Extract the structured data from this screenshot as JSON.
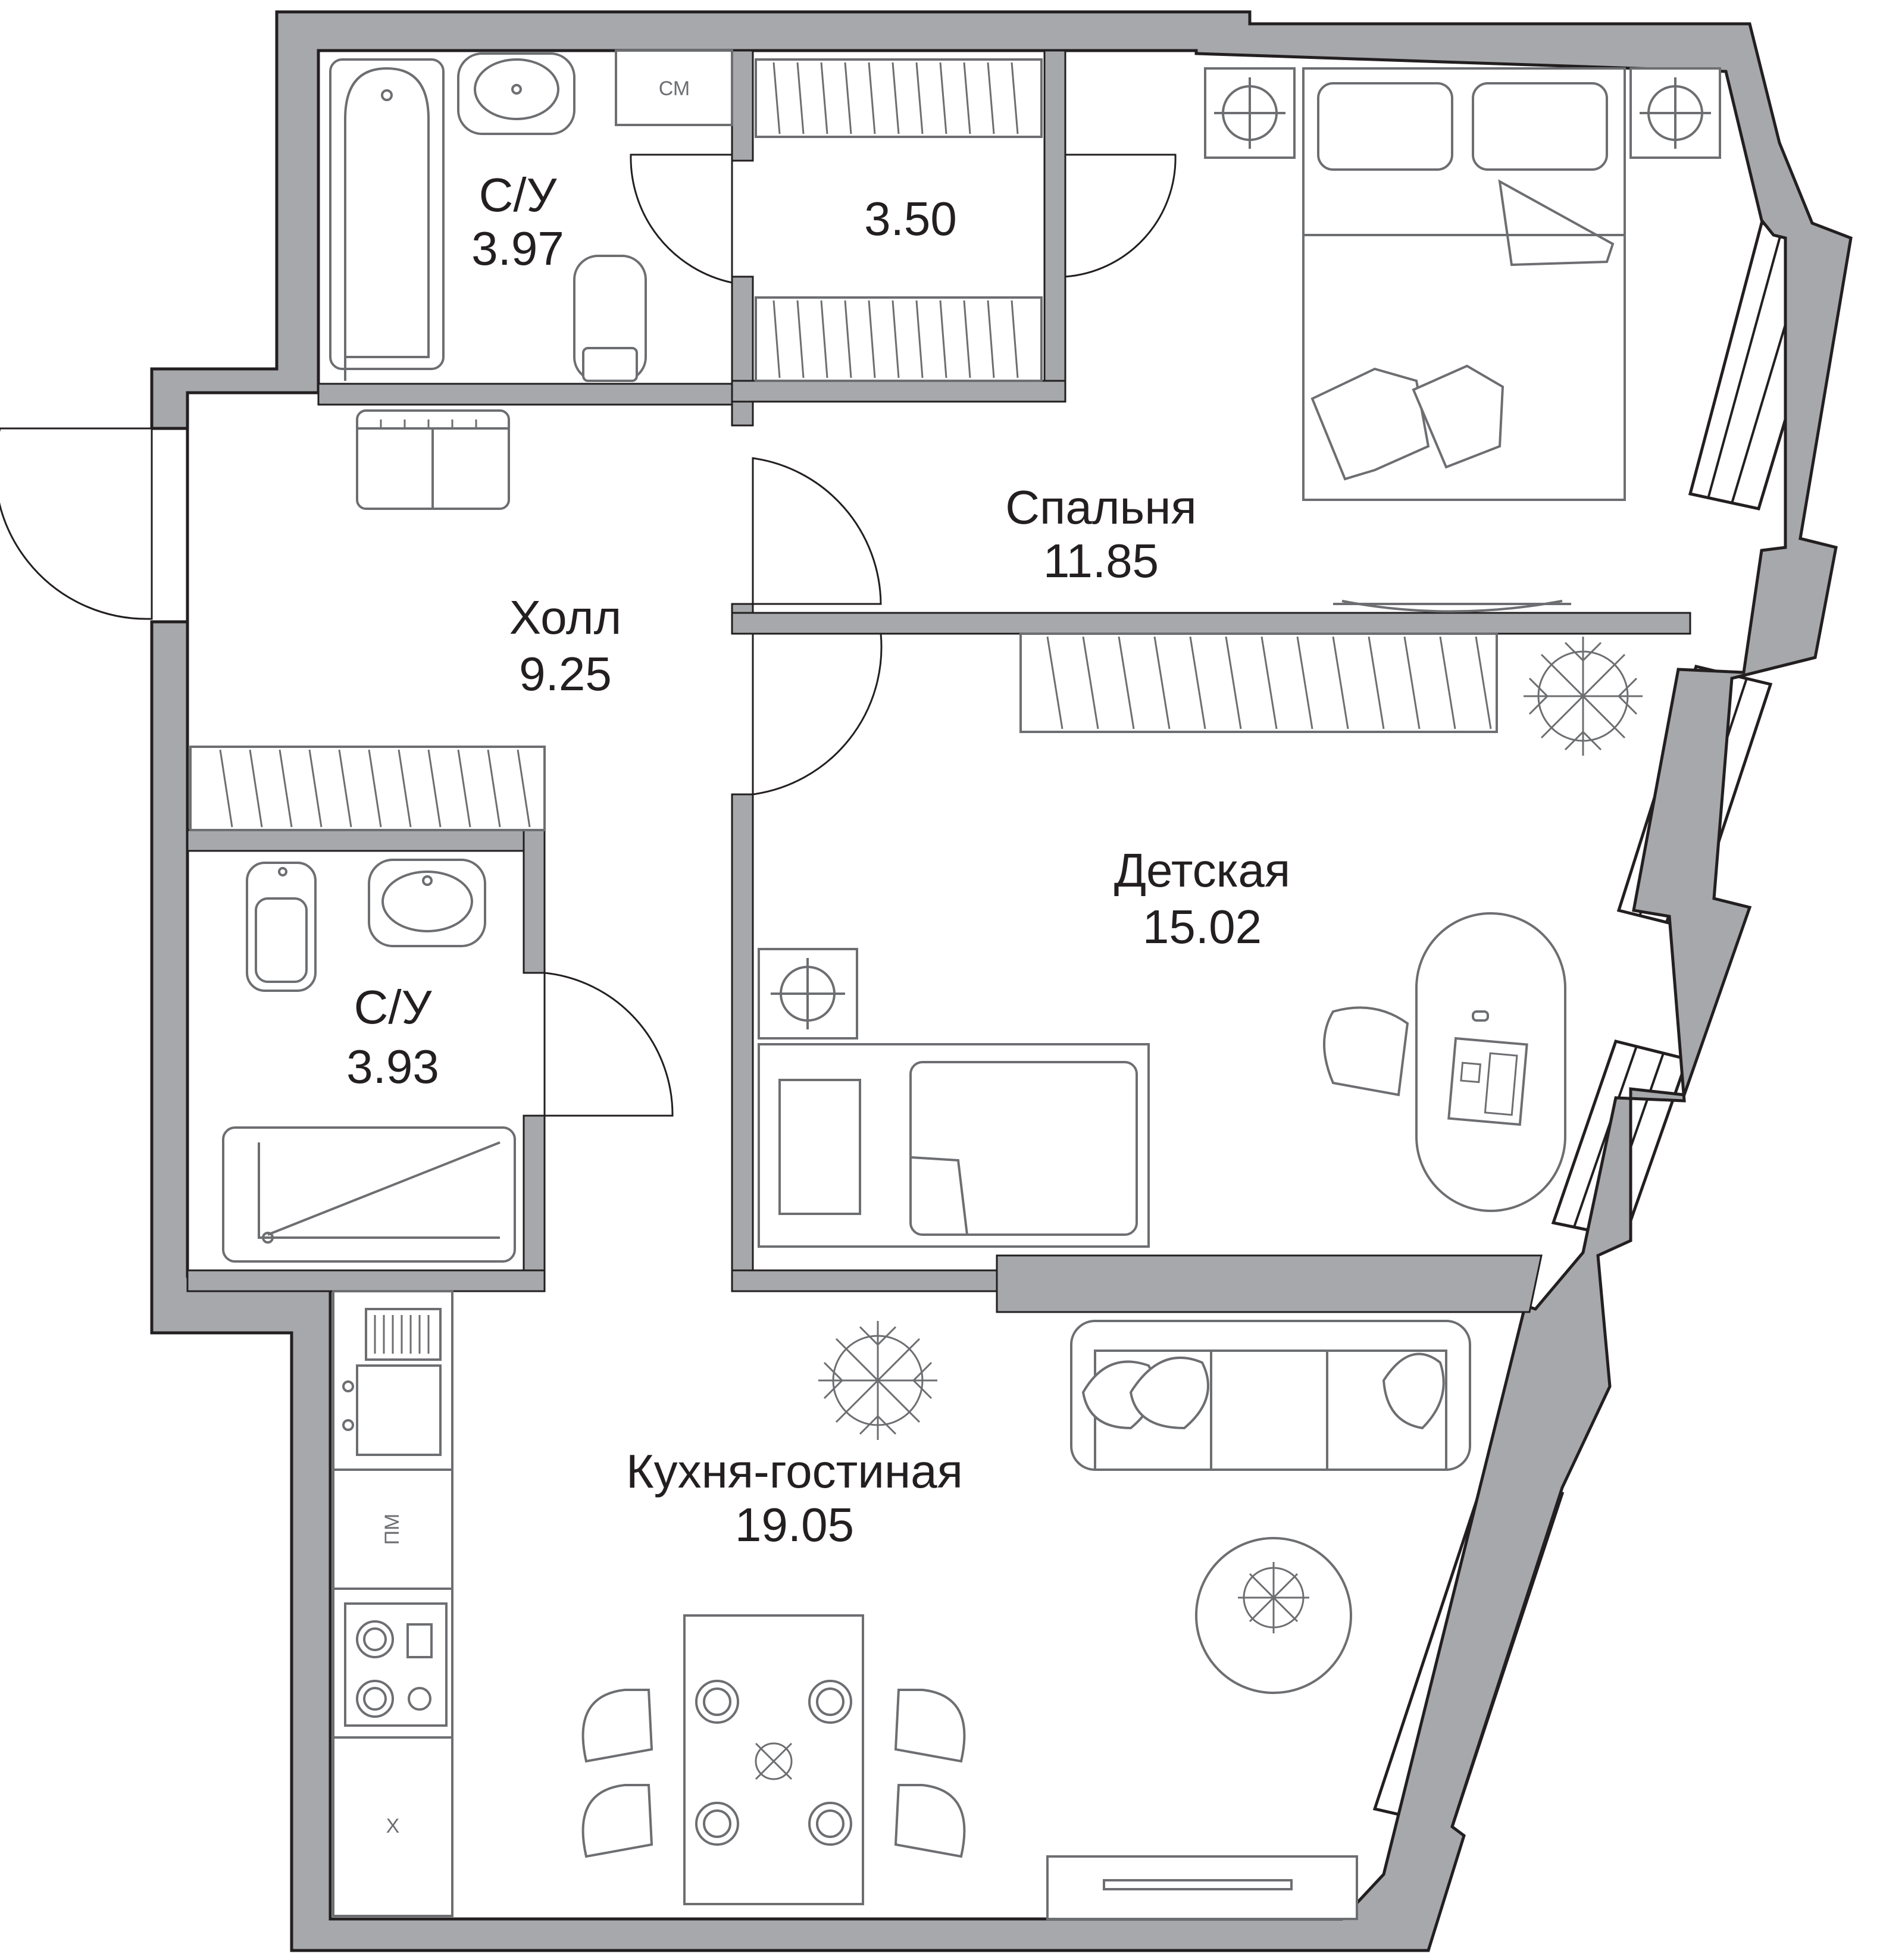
{
  "rooms": {
    "bathroom_top": {
      "name": "С/У",
      "area": "3.97"
    },
    "closet": {
      "area": "3.50"
    },
    "bedroom": {
      "name": "Спальня",
      "area": "11.85"
    },
    "hall": {
      "name": "Холл",
      "area": "9.25"
    },
    "bathroom_bottom": {
      "name": "С/У",
      "area": "3.93"
    },
    "kids_room": {
      "name": "Детская",
      "area": "15.02"
    },
    "kitchen_living": {
      "name": "Кухня-гостиная",
      "area": "19.05"
    }
  },
  "appliance_labels": {
    "washing_machine": "СМ",
    "dishwasher": "ПМ",
    "fridge": "Х"
  },
  "colors": {
    "wall_fill": "#a6a8ab",
    "outline": "#231f20",
    "furniture": "#6d6e71",
    "background": "#ffffff"
  },
  "icons": [
    "bathtub-icon",
    "sink-icon",
    "toilet-icon",
    "bed-icon",
    "sofa-icon",
    "dining-table-icon",
    "plant-icon",
    "stove-icon",
    "laptop-icon"
  ]
}
